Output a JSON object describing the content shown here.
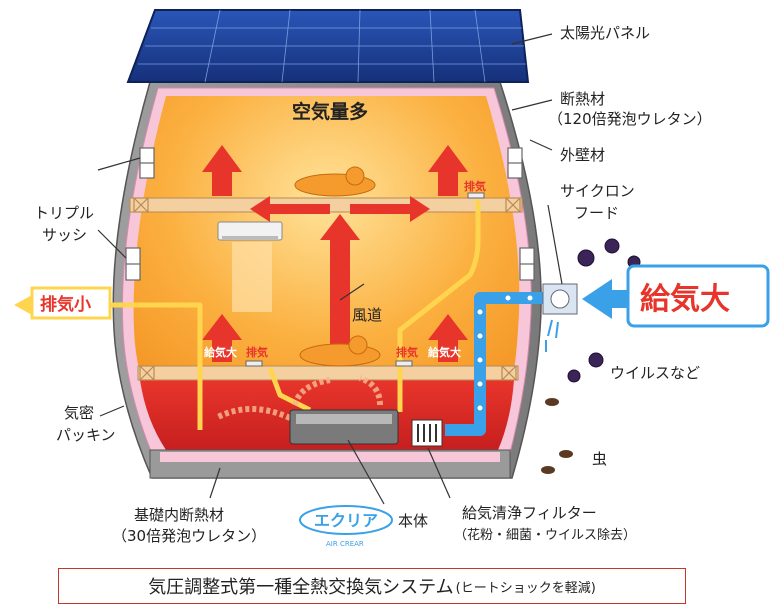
{
  "labels": {
    "solar_panel": "太陽光パネル",
    "insulation_line1": "断熱材",
    "insulation_line2": "（120倍発泡ウレタン）",
    "outer_wall": "外壁材",
    "cyclone_line1": "サイクロン",
    "cyclone_line2": "フード",
    "triple_sash_line1": "トリプル",
    "triple_sash_line2": "サッシ",
    "airtight_line1": "気密",
    "airtight_line2": "パッキン",
    "foundation_line1": "基礎内断熱材",
    "foundation_line2": "（30倍発泡ウレタン）",
    "body_unit": "本体",
    "filter_line1": "給気清浄フィルター",
    "filter_line2": "（花粉・細菌・ウイルス除去）",
    "virus": "ウイルスなど",
    "insect": "虫",
    "air_volume_large": "空気量多",
    "air_duct": "風道",
    "exhaust_small": "排気小",
    "supply_large": "給気大",
    "exhaust_tag": "排気",
    "supply_tag": "給気大",
    "logo_text": "エクリア",
    "logo_sub": "AIR CREAR"
  },
  "caption": {
    "main": "気圧調整式第一種全熱交換気システム",
    "sub": "(ヒートショックを軽減)"
  },
  "colors": {
    "interior_top": "#fbb040",
    "interior_bottom": "#f7941d",
    "floor_red": "#e8352b",
    "wall_pink": "#f7c6d9",
    "wall_gray": "#8c8c8c",
    "arrow_red": "#e8352b",
    "flow_yellow": "#ffd54f",
    "supply_blue": "#3aa0e8",
    "panel_blue": "#1c3f8f"
  }
}
